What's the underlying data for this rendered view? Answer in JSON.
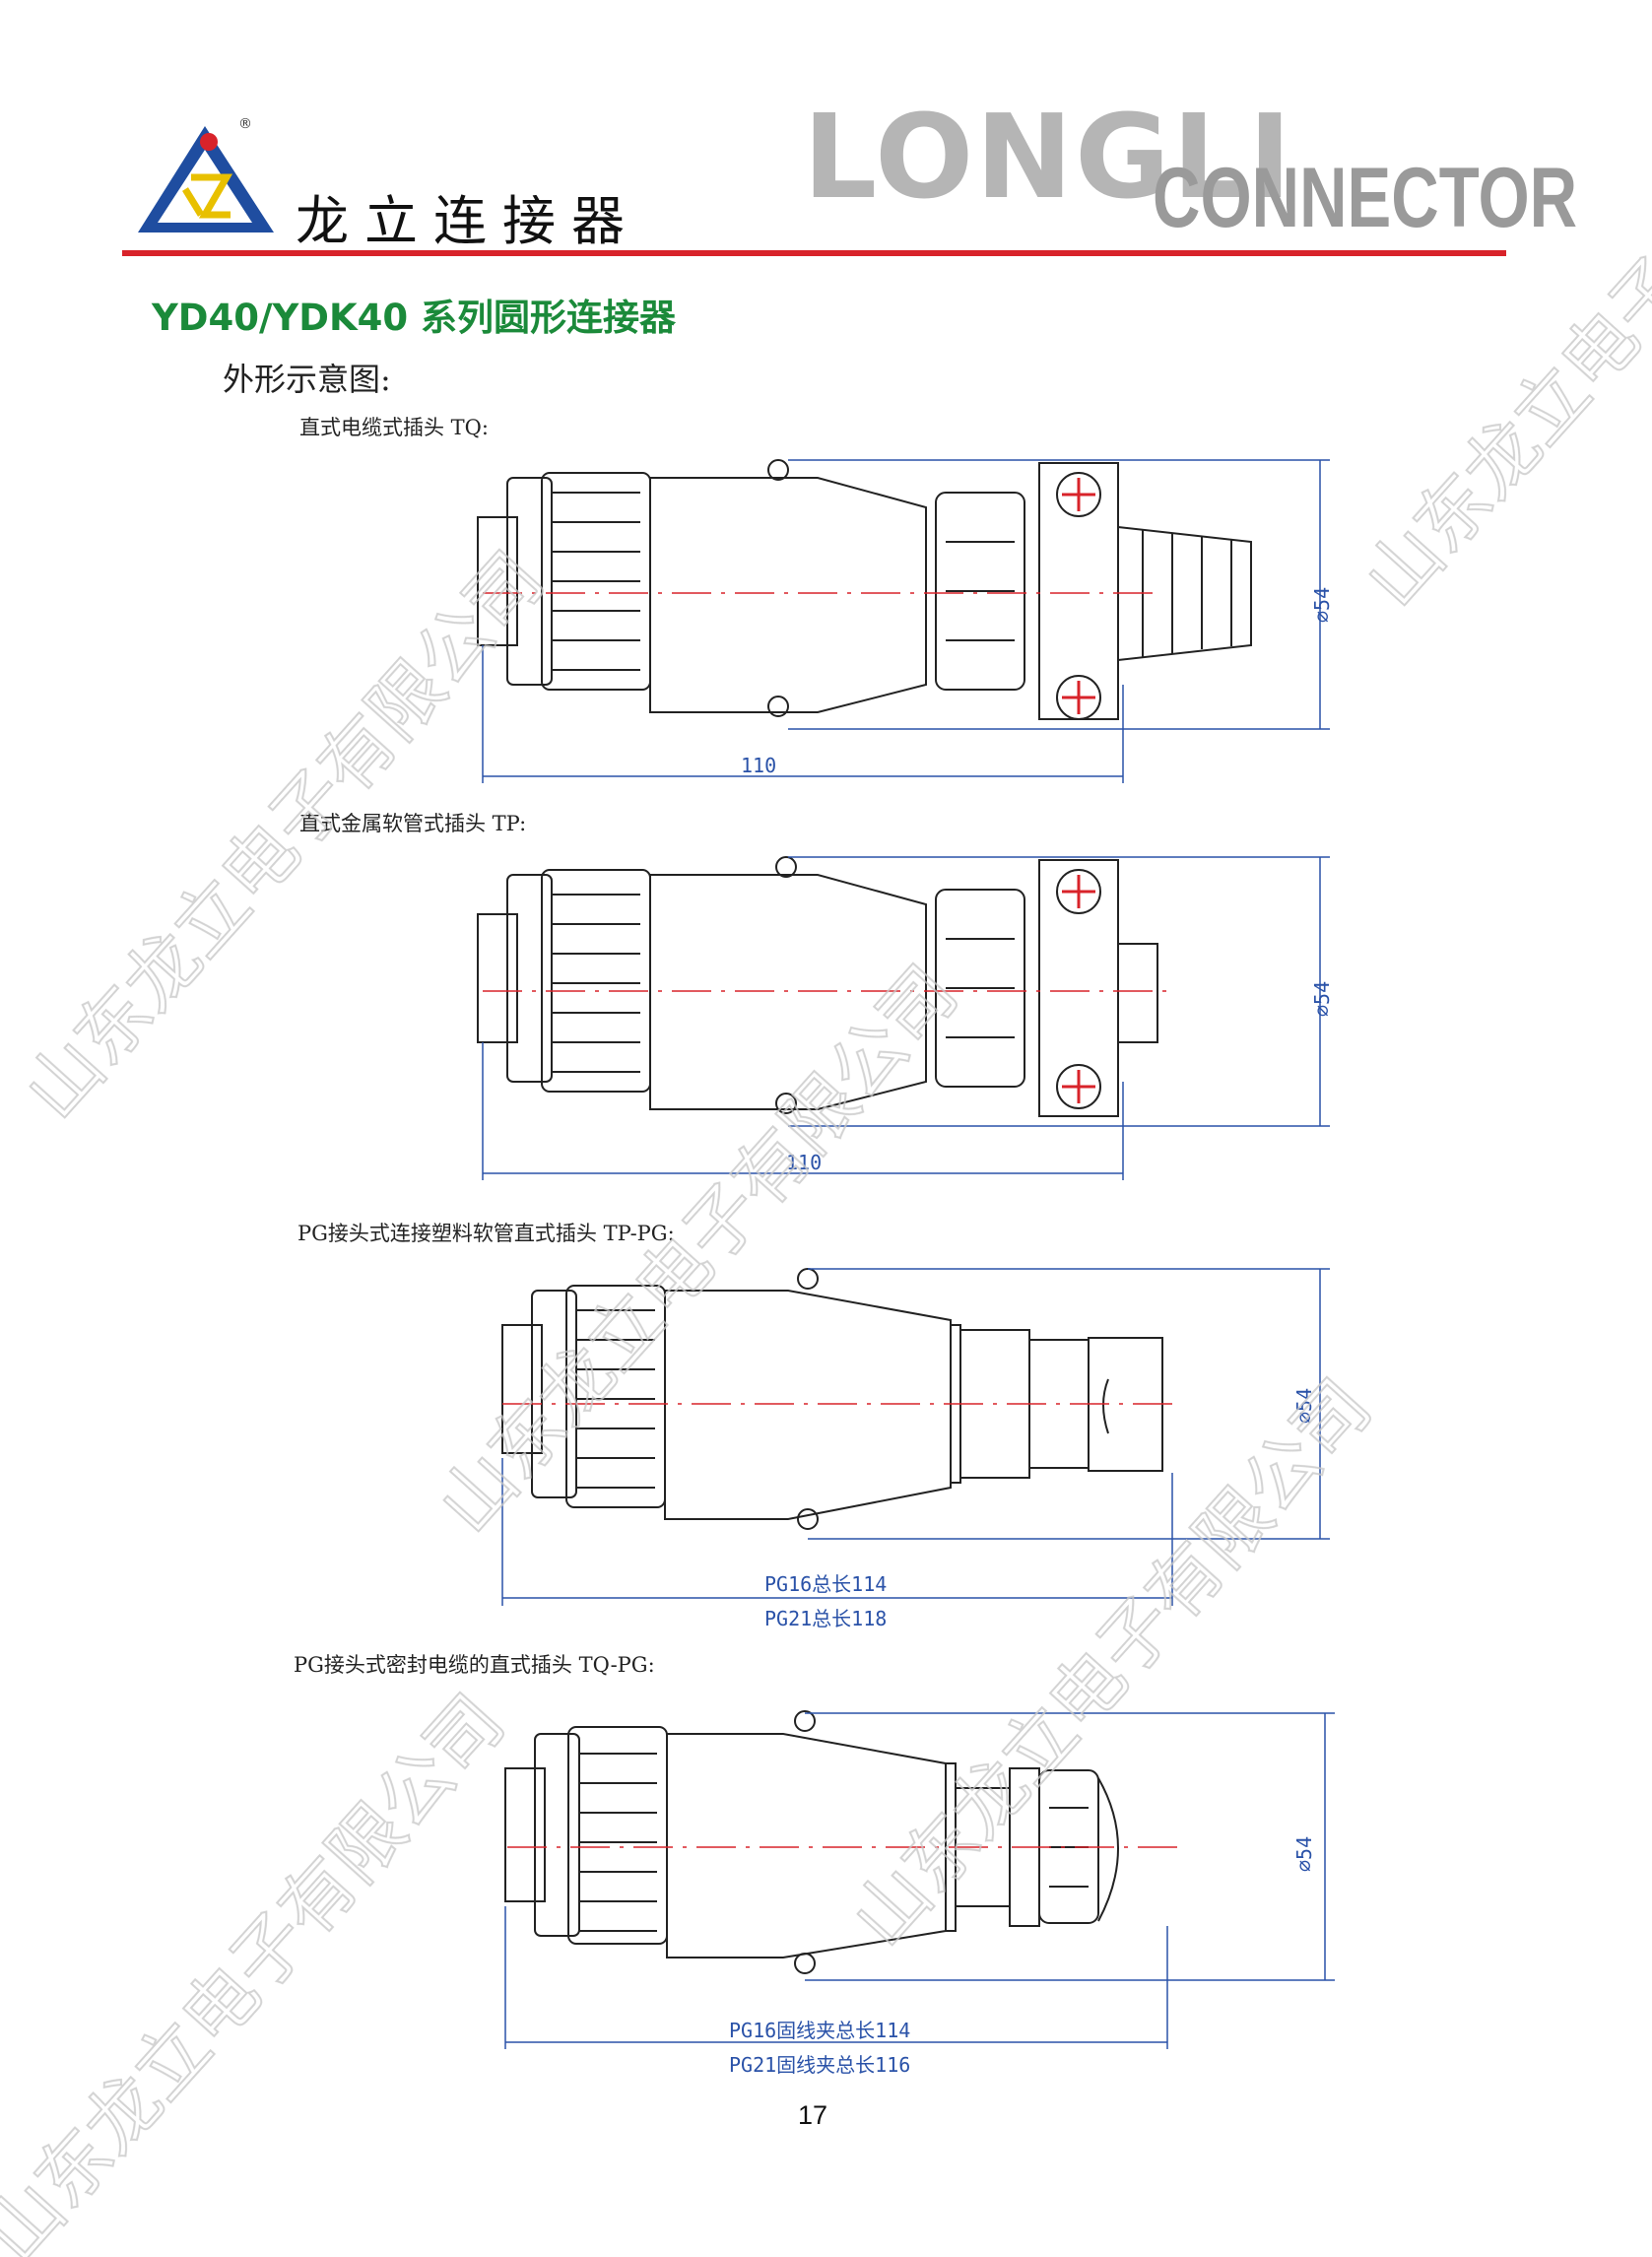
{
  "header": {
    "logo_text": "龙立连接器",
    "brand_big": "LONGLI",
    "brand_small": "CONNECTOR"
  },
  "title": "YD40/YDK40 系列圆形连接器",
  "section_label": "外形示意图:",
  "figures": [
    {
      "caption": "直式电缆式插头 TQ:",
      "diameter": "⌀54",
      "length_label": "110"
    },
    {
      "caption": "直式金属软管式插头 TP:",
      "diameter": "⌀54",
      "length_label": "110"
    },
    {
      "caption": "PG接头式连接塑料软管直式插头 TP-PG:",
      "diameter": "⌀54",
      "length_label_1": "PG16总长114",
      "length_label_2": "PG21总长118"
    },
    {
      "caption": "PG接头式密封电缆的直式插头 TQ-PG:",
      "diameter": "⌀54",
      "length_label_1": "PG16固线夹总长114",
      "length_label_2": "PG21固线夹总长116"
    }
  ],
  "watermark": "山东龙立电子有限公司",
  "page_number": "17",
  "colors": {
    "rule": "#d8232a",
    "title": "#1b8a3a",
    "dimension": "#2a52a8",
    "centerline": "#d8232a",
    "watermark": "#c8c8c8"
  }
}
